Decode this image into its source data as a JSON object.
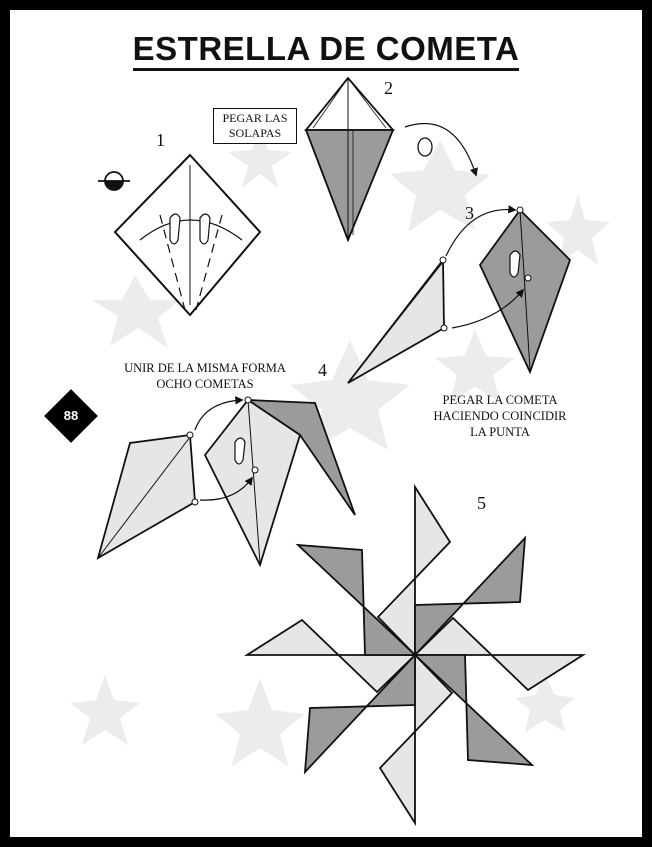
{
  "title": "ESTRELLA DE COMETA",
  "steps": {
    "s1": "1",
    "s2": "2",
    "s3": "3",
    "s4": "4",
    "s5": "5"
  },
  "labels": {
    "pegar_solapas_1": "PEGAR LAS",
    "pegar_solapas_2": "SOLAPAS",
    "unir_1": "UNIR DE LA MISMA FORMA",
    "unir_2": "OCHO COMETAS",
    "pegar_cometa_1": "PEGAR LA COMETA",
    "pegar_cometa_2": "HACIENDO COINCIDIR",
    "pegar_cometa_3": "LA PUNTA"
  },
  "page_number": "88",
  "colors": {
    "light_paper": "#e6e6e6",
    "dark_paper": "#9b9b9b",
    "background_stars": "#ececec",
    "outline": "#111111"
  }
}
